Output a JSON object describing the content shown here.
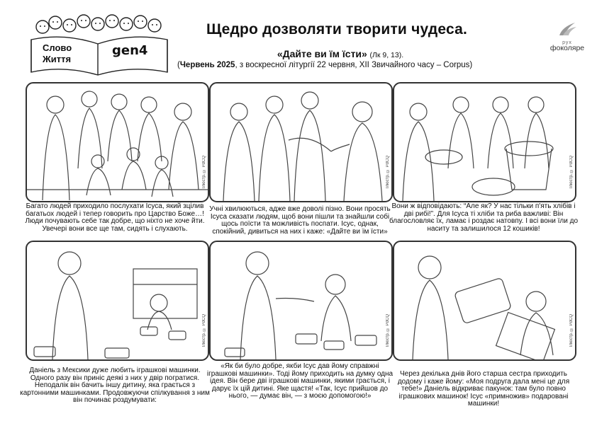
{
  "header": {
    "logo_line1": "Слово",
    "logo_line2": "Життя",
    "logo_badge": "gen4",
    "title": "Щедро дозволяти творити чудеса.",
    "quote": "«Дайте ви їм їсти»",
    "quote_ref": "(Лк 9, 13).",
    "date_open": "(",
    "date_bold": "Червень 2025",
    "date_rest": ", з воскресної літургії 22 червня, XII Звичайного часу – Corpus",
    "date_close": ")",
    "brand_pre": "рух",
    "brand_name": "фоколяре"
  },
  "panels": [
    {
      "credit": "Ілюстр. © PdCQ",
      "caption": "Багато людей приходило послухати Ісуса, який зцілив багатьох людей і тепер говорить про Царство Боже…! Люди почувають себе так добре, що ніхто не хоче йти. Увечері вони все ще там, сидять і слухають."
    },
    {
      "credit": "Ілюстр. © PdCQ",
      "caption": "Учні хвилюються, адже вже доволі пізно. Вони просять Ісуса сказати людям, щоб вони пішли та знайшли собі щось поїсти та можливість поспати. Ісус, однак, спокійний, дивиться на них і каже: «Дайте ви їм їсти»"
    },
    {
      "credit": "Ілюстр. © PdCQ",
      "caption": "Вони ж відповідають: “Але як? У нас тільки п'ять хлібів і дві рибі!”. Для Ісуса ті хліби та риба важливі: Він благословляє їх, ламає і роздає натовпу. І всі вони їли до наситу та залишилося 12 кошиків!"
    },
    {
      "credit": "Ілюстр. © PdCQ",
      "caption": "Даніель з Мексики дуже любить іграшкові машинки. Одного разу він приніс деякі з них у двір погратися. Неподалік він бачить іншу дитину, яка грається з картонними машинками. Продовжуючи спілкування з ним він починає роздумувати:"
    },
    {
      "credit": "Ілюстр. © PdCQ",
      "caption": "«Як би було добре, якби Ісус дав йому справжні іграшкові машинки». Тоді йому приходить на думку одна ідея. Він бере дві іграшкові машинки, якими грається, і дарує їх цій дитині. Яке щастя! «Так, Ісус прийшов до нього, — думає він, — з моєю допомогою!»"
    },
    {
      "credit": "Ілюстр. © PdCQ",
      "caption": "Через декілька днів його старша сестра приходить додому і каже йому: «Моя подруга дала мені це для тебе!» Даніель відкриває пакунок: там було повно іграшкових машинок! Ісус «примножив» подаровані машинки!"
    }
  ]
}
